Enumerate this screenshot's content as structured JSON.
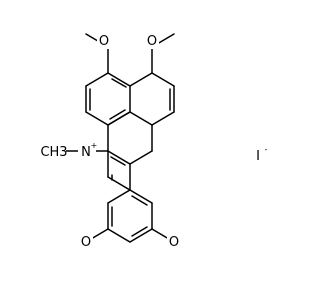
{
  "molecule": {
    "atoms": {
      "methyl_group": "CH3",
      "nitrogen": "N",
      "nitrogen_charge": "+",
      "oxygen_top_left": "O",
      "oxygen_top_right": "O",
      "oxygen_bottom_right": "O",
      "oxygen_bottom_left": "O",
      "counter_ion": "I",
      "counter_ion_charge": "-"
    }
  }
}
